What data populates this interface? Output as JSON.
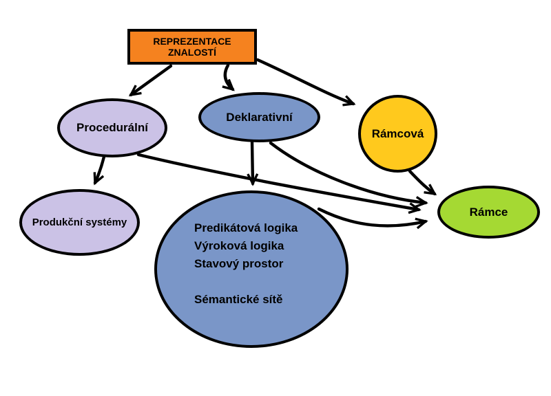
{
  "diagram": {
    "nodes": {
      "root": {
        "label": "REPREZENTACE ZNALOSTÍ",
        "shape": "rectangle",
        "fill": "#F5821F"
      },
      "procedural": {
        "label": "Procedurální",
        "shape": "ellipse",
        "fill": "#CBC2E6"
      },
      "declarative": {
        "label": "Deklarativní",
        "shape": "ellipse",
        "fill": "#7A96C8"
      },
      "frame_based": {
        "label": "Rámcová",
        "shape": "circle",
        "fill": "#FFC91D"
      },
      "production_systems": {
        "label": "Produkční systémy",
        "shape": "ellipse",
        "fill": "#CBC2E6"
      },
      "declarative_methods": {
        "shape": "ellipse",
        "fill": "#7A96C8",
        "lines": [
          "Predikátová logika",
          "Výroková logika",
          "Stavový prostor",
          "Sémantické sítě"
        ]
      },
      "frames": {
        "label": "Rámce",
        "shape": "ellipse",
        "fill": "#A5D933"
      }
    },
    "edges": [
      {
        "from": "root",
        "to": "procedural"
      },
      {
        "from": "root",
        "to": "declarative"
      },
      {
        "from": "root",
        "to": "frame_based"
      },
      {
        "from": "procedural",
        "to": "production_systems"
      },
      {
        "from": "procedural",
        "to": "frames"
      },
      {
        "from": "declarative",
        "to": "declarative_methods"
      },
      {
        "from": "declarative",
        "to": "frames"
      },
      {
        "from": "frame_based",
        "to": "frames"
      },
      {
        "from": "declarative_methods",
        "to": "frames"
      }
    ],
    "colors": {
      "stroke": "#000000",
      "background": "#FFFFFF",
      "orange": "#F5821F",
      "lavender": "#CBC2E6",
      "steel_blue": "#7A96C8",
      "yellow": "#FFC91D",
      "green": "#A5D933"
    }
  }
}
